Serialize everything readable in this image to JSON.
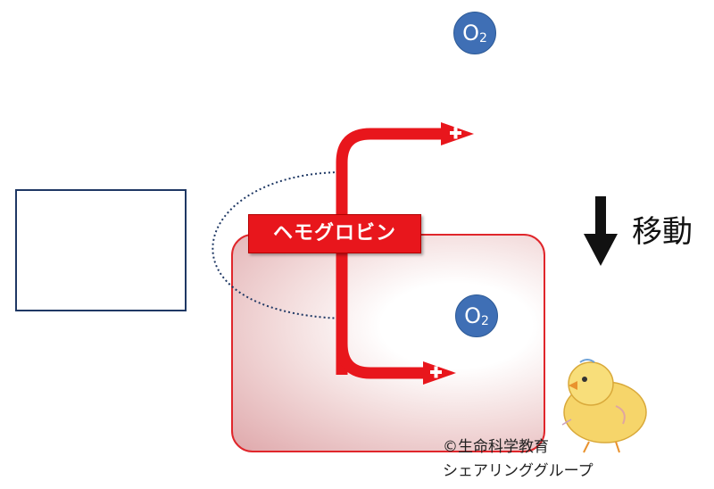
{
  "diagram": {
    "molecule_label": "O",
    "molecule_subscript": "2",
    "protein_label": "ヘモグロビン",
    "movement_label": "移動",
    "credit_line1": "©生命科学教育",
    "credit_line2": "シェアリンググループ",
    "colors": {
      "arrow_red": "#e8161c",
      "cell_border": "#e0262b",
      "oxygen_blue": "#3f6fb5",
      "box_border": "#1f3864"
    }
  }
}
